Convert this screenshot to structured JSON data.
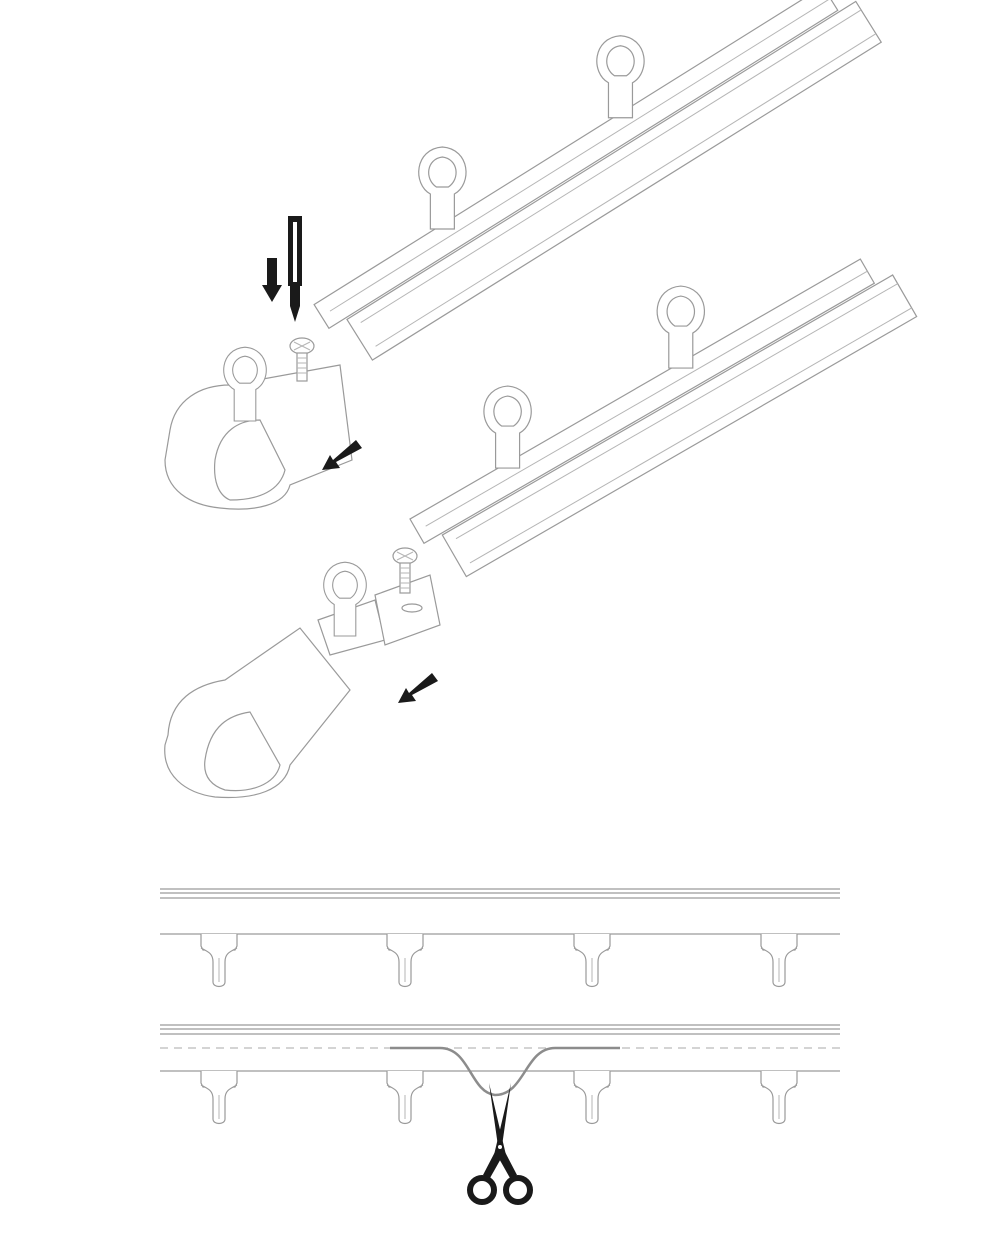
{
  "diagram": {
    "title": "",
    "steps": [
      {
        "name": "end-cap-assembly-with-pin"
      },
      {
        "name": "end-cap-assembly-with-screw-bracket"
      },
      {
        "name": "track-front-view"
      },
      {
        "name": "track-cord-cut-view"
      }
    ],
    "glider_count_per_track": 4,
    "icons": [
      "arrow-down-icon",
      "pin-icon",
      "screw-icon",
      "arrow-diagonal-icon",
      "scissors-icon"
    ],
    "colors": {
      "line": "#9a9a9a",
      "cord": "#8c8c8c",
      "arrow": "#1a1a1a",
      "background": "#ffffff"
    }
  }
}
